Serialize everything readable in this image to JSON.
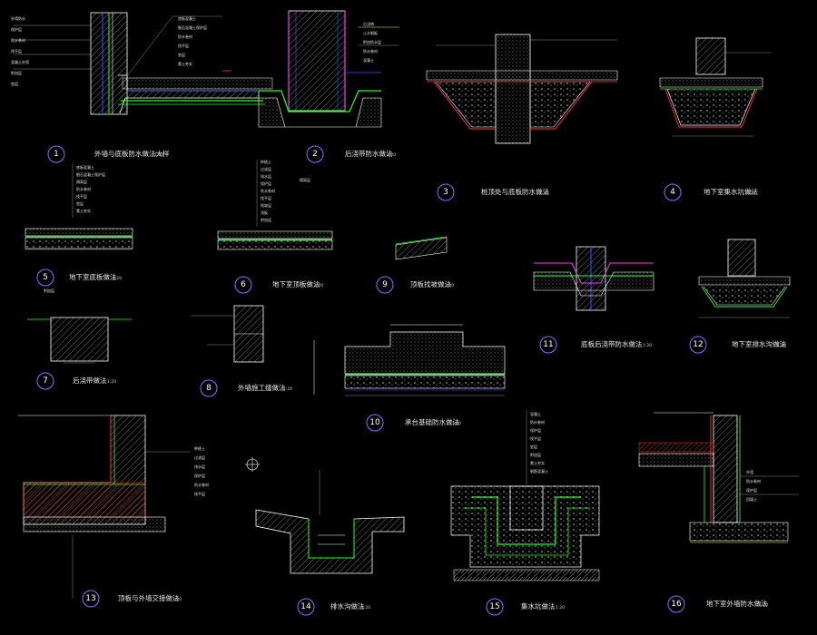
{
  "colors": {
    "background": "#000000",
    "line": "#ffffff",
    "membrane": "#22ff22",
    "accent_red": "#ff3333",
    "accent_blue": "#3355ff",
    "accent_magenta": "#ff33ff",
    "accent_yellow": "#ffff33",
    "accent_cyan": "#33ffff",
    "badge": "#9966ff"
  },
  "details": [
    {
      "num": "1",
      "title": "外墙与底板防水做法大样",
      "scale": "1:20"
    },
    {
      "num": "2",
      "title": "后浇带防水做法",
      "scale": "1:20"
    },
    {
      "num": "3",
      "title": "桩顶处与底板防水做法",
      "scale": "1:20"
    },
    {
      "num": "4",
      "title": "地下室集水坑做法",
      "scale": "1:20"
    },
    {
      "num": "5",
      "title": "地下室底板做法",
      "scale": "1:20"
    },
    {
      "num": "6",
      "title": "地下室顶板做法",
      "scale": "1:20"
    },
    {
      "num": "7",
      "title": "后浇带做法",
      "scale": "1:20"
    },
    {
      "num": "8",
      "title": "外墙施工缝做法",
      "scale": "1:20"
    },
    {
      "num": "9",
      "title": "顶板找坡做法",
      "scale": "1:20"
    },
    {
      "num": "10",
      "title": "承台基础防水做法",
      "scale": "1:20"
    },
    {
      "num": "11",
      "title": "底板后浇带防水做法",
      "scale": "1:20"
    },
    {
      "num": "12",
      "title": "地下室排水沟做法",
      "scale": "1:20"
    },
    {
      "num": "13",
      "title": "顶板与外墙交接做法",
      "scale": "1:20"
    },
    {
      "num": "14",
      "title": "排水沟做法",
      "scale": "1:20"
    },
    {
      "num": "15",
      "title": "集水坑做法",
      "scale": "1:20"
    },
    {
      "num": "16",
      "title": "地下室外墙防水做法",
      "scale": "1:20"
    }
  ],
  "notes": {
    "d1_left": [
      "外墙防水",
      "保护层",
      "防水卷材",
      "找平层",
      "混凝土外墙",
      "附加层",
      "垫层"
    ],
    "d1_mid": [
      "底板混凝土",
      "细石混凝土保护层",
      "防水卷材",
      "找平层",
      "垫层",
      "素土夯实"
    ],
    "d2": [
      "后浇带",
      "止水钢板",
      "附加防水层",
      "防水卷材",
      "混凝土"
    ],
    "d5": [
      "底板混凝土",
      "细石混凝土保护层",
      "隔离层",
      "防水卷材",
      "找平层",
      "垫层",
      "素土夯实",
      "附加层"
    ],
    "d6": [
      "种植土",
      "过滤层",
      "排水层",
      "保护层",
      "防水卷材",
      "找平层",
      "找坡层",
      "顶板",
      "附加层",
      "隔离层"
    ],
    "d13": [
      "种植土",
      "过滤层",
      "排水层",
      "保护层",
      "防水卷材",
      "找平层"
    ],
    "d15": [
      "混凝土",
      "防水卷材",
      "保护层",
      "找平层",
      "垫层",
      "附加层",
      "素土夯实",
      "钢筋混凝土"
    ],
    "d16": [
      "外墙",
      "防水卷材",
      "保护层",
      "回填土"
    ]
  }
}
